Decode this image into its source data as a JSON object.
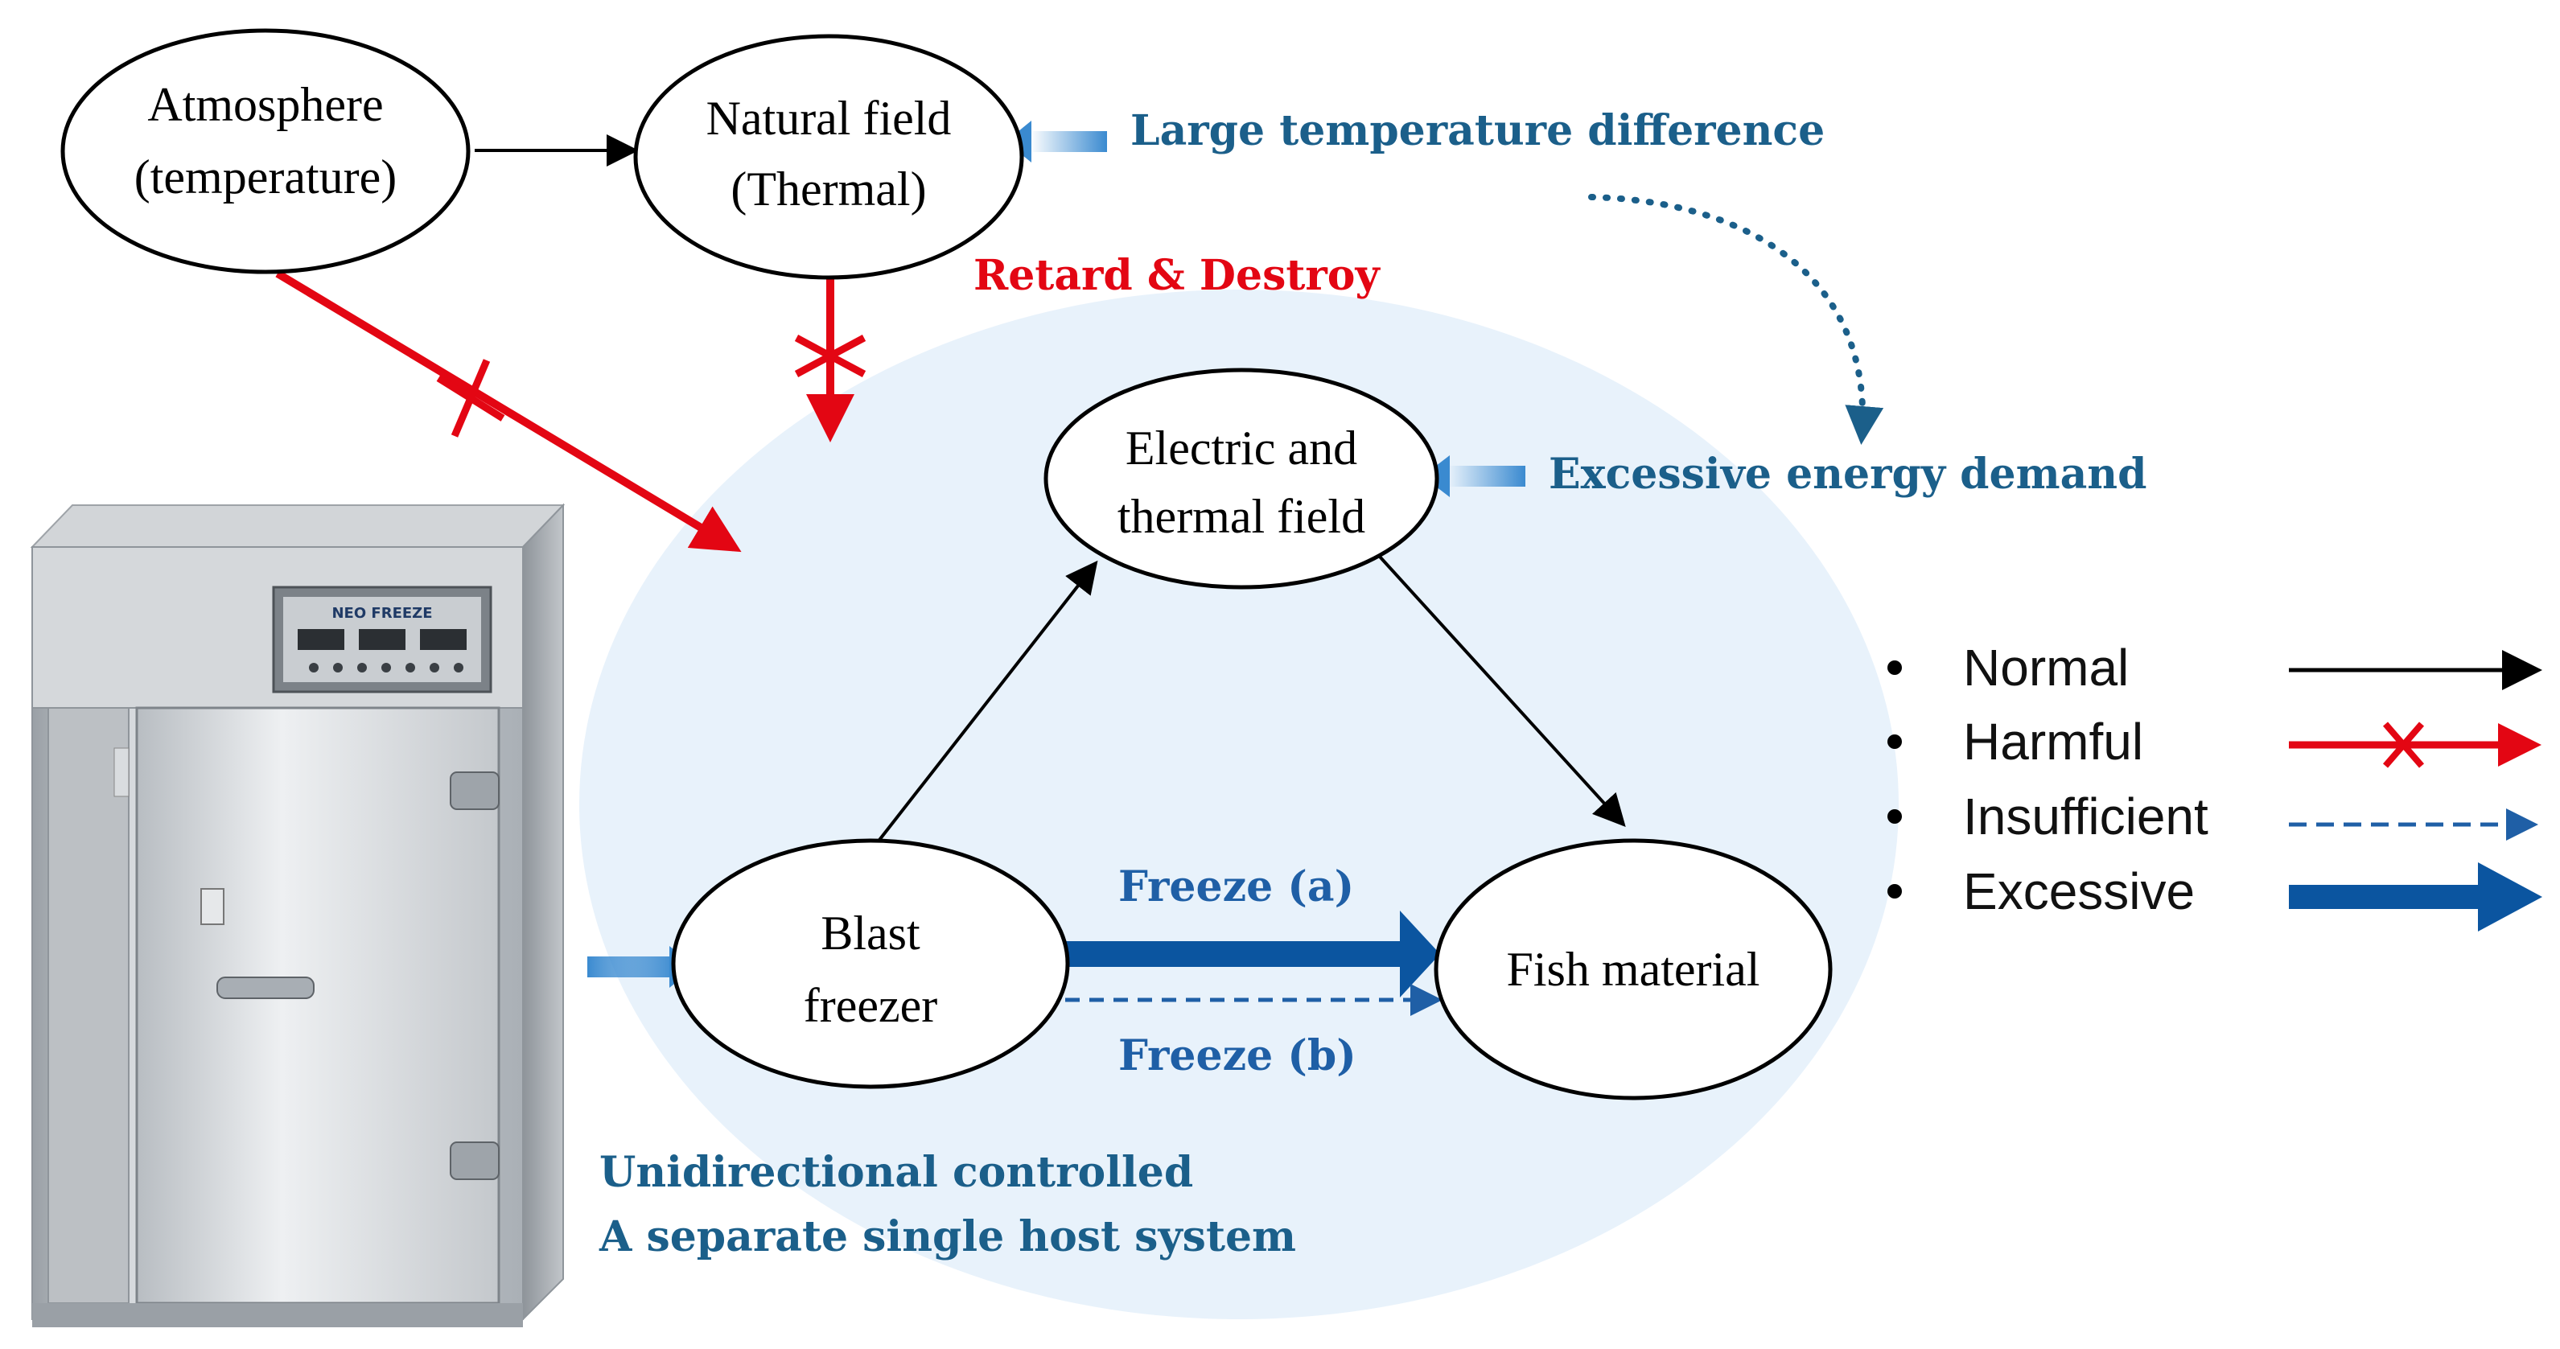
{
  "colors": {
    "normal": "#000000",
    "harmful": "#e30613",
    "insufficient": "#1f5fa6",
    "excessive": "#0b55a0",
    "annotation": "#1b5f8a",
    "warning_text": "#e30613",
    "system_circle": "#e8f2fb",
    "gradient_arrow": "#3a8ad0"
  },
  "nodes": {
    "atmosphere": {
      "line1": "Atmosphere",
      "line2": "(temperature)"
    },
    "natural_field": {
      "line1": "Natural field",
      "line2": "(Thermal)"
    },
    "electric_field": {
      "line1": "Electric and",
      "line2": "thermal field"
    },
    "blast_freezer": {
      "line1": "Blast",
      "line2": "freezer"
    },
    "fish_material": {
      "line1": "Fish material"
    }
  },
  "annotations": {
    "large_temp_diff": "Large temperature difference",
    "excessive_energy": "Excessive energy demand",
    "retard_destroy": "Retard & Destroy",
    "freeze_a": "Freeze (a)",
    "freeze_b": "Freeze (b)",
    "system_line1": "Unidirectional controlled",
    "system_line2": "A separate single host system"
  },
  "legend": {
    "normal": "Normal",
    "harmful": "Harmful",
    "insufficient": "Insufficient",
    "excessive": "Excessive"
  },
  "freezer_panel": {
    "brand": "NEO FREEZE"
  },
  "edges": [
    {
      "from": "atmosphere",
      "to": "natural_field",
      "type": "normal"
    },
    {
      "from": "atmosphere",
      "to": "system",
      "type": "harmful"
    },
    {
      "from": "natural_field",
      "to": "system",
      "type": "harmful"
    },
    {
      "from": "blast_freezer",
      "to": "electric_field",
      "type": "normal"
    },
    {
      "from": "electric_field",
      "to": "fish_material",
      "type": "normal"
    },
    {
      "from": "blast_freezer",
      "to": "fish_material",
      "type": "excessive",
      "label": "Freeze (a)"
    },
    {
      "from": "blast_freezer",
      "to": "fish_material",
      "type": "insufficient",
      "label": "Freeze (b)"
    },
    {
      "from": "large_temp_diff",
      "to": "excessive_energy",
      "type": "dotted"
    }
  ]
}
